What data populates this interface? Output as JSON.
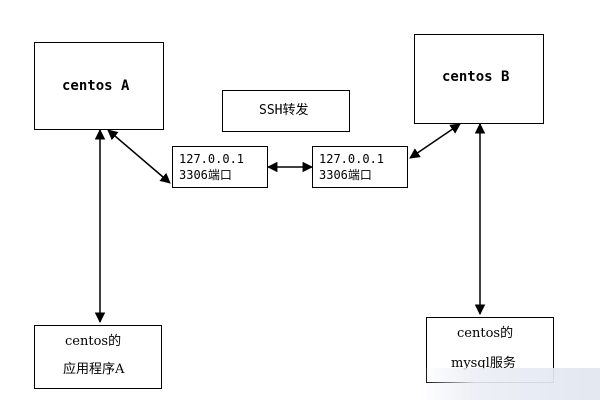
{
  "nodes": {
    "centos_a": {
      "label": "centos A"
    },
    "centos_b": {
      "label": "centos B"
    },
    "ssh": {
      "label": "SSH转发"
    },
    "port_left": {
      "line1": "127.0.0.1",
      "line2": "3306端口"
    },
    "port_right": {
      "line1": "127.0.0.1",
      "line2": "3306端口"
    },
    "app_a": {
      "line1": "centos的",
      "line2": "应用程序A"
    },
    "mysql": {
      "line1": "centos的",
      "line2": "mysql服务"
    }
  },
  "edges": [
    {
      "from": "centos_a",
      "to": "port_left",
      "style": "double-arrow"
    },
    {
      "from": "port_left",
      "to": "port_right",
      "style": "double-arrow"
    },
    {
      "from": "port_right",
      "to": "centos_b",
      "style": "double-arrow"
    },
    {
      "from": "centos_a",
      "to": "app_a",
      "style": "double-arrow"
    },
    {
      "from": "centos_b",
      "to": "mysql",
      "style": "double-arrow"
    }
  ]
}
